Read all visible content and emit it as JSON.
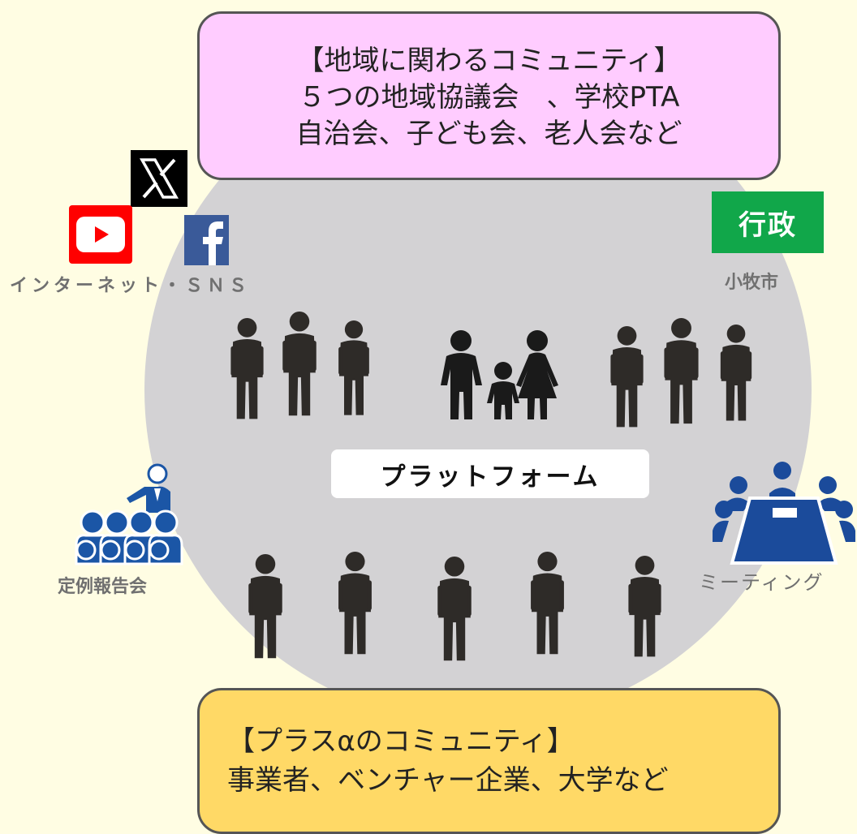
{
  "top_box": {
    "lines": [
      "【地域に関わるコミュニティ】",
      "５つの地域協議会　、学校PTA",
      "自治会、子ども会、老人会など"
    ]
  },
  "bottom_box": {
    "lines": [
      "【プラスαのコミュニティ】",
      "事業者、ベンチャー企業、大学など"
    ]
  },
  "center": {
    "label": "プラットフォーム"
  },
  "sns": {
    "caption": "インターネット・ＳＮＳ",
    "icons": [
      "x-icon",
      "youtube-icon",
      "facebook-icon"
    ]
  },
  "government": {
    "badge": "行政",
    "caption": "小牧市"
  },
  "report": {
    "caption": "定例報告会"
  },
  "meeting": {
    "caption": "ミーティング"
  },
  "colors": {
    "background": "#fffde3",
    "circle": "#d3d2d4",
    "top_box": "#ffccff",
    "bottom_box": "#ffd966",
    "people": "#2e2b28",
    "government": "#11a74a",
    "report_icon": "#1b56a6",
    "meeting_icon": "#1b4b9b"
  }
}
